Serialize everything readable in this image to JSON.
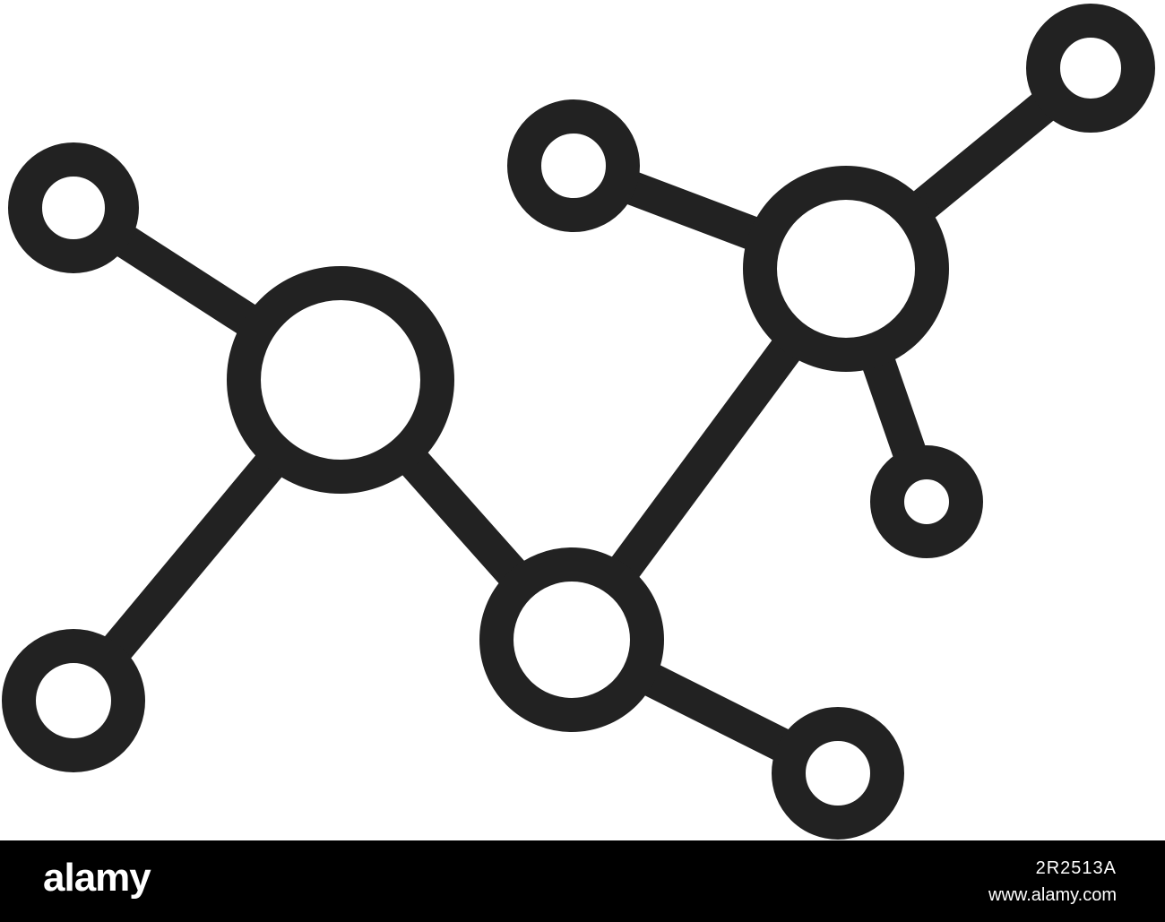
{
  "icon": {
    "name": "molecule-icon",
    "stroke_color": "#222222",
    "fill_color": "#ffffff"
  },
  "watermark": {
    "brand": "alamy",
    "image_id": "2R2513A",
    "site": "www.alamy.com",
    "bar_color": "#000000",
    "text_color": "#ffffff"
  }
}
